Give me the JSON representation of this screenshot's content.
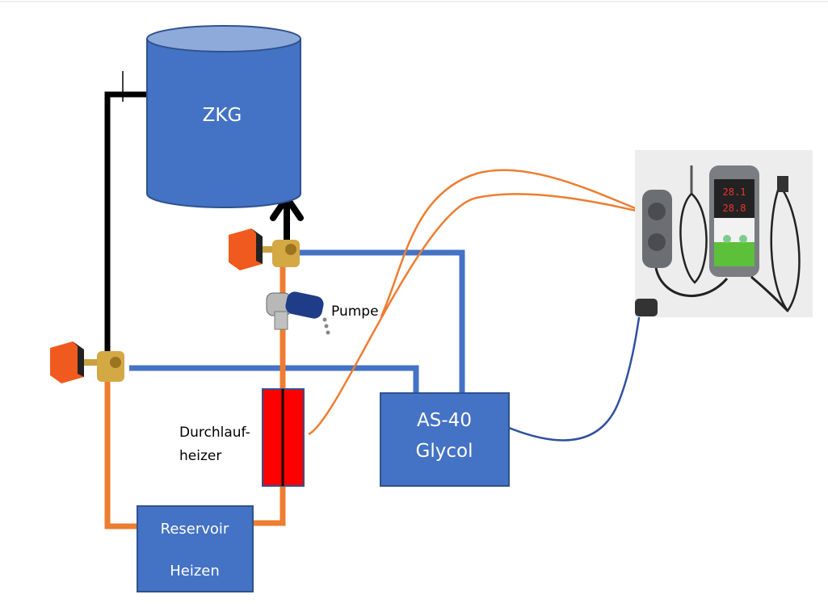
{
  "diagram": {
    "tank_label": "ZKG",
    "chiller_label_line1": "AS-40",
    "chiller_label_line2": "Glycol",
    "reservoir_label_line1": "Reservoir",
    "reservoir_label_line2": "Heizen",
    "pump_label": "Pumpe",
    "heater_label_line1": "Durchlauf-",
    "heater_label_line2": "heizer"
  },
  "colors": {
    "box_fill": "#4472C4",
    "box_stroke": "#2F528F",
    "cold_pipe": "#4472C4",
    "hot_pipe": "#ED7D31",
    "return_pipe": "#000000",
    "heater": "#FF0000",
    "wire_heat": "#ED7D31",
    "wire_cool": "#2F4F9F"
  },
  "icons": [
    "motorized-valve-icon",
    "pump-icon",
    "temperature-controller-image"
  ]
}
